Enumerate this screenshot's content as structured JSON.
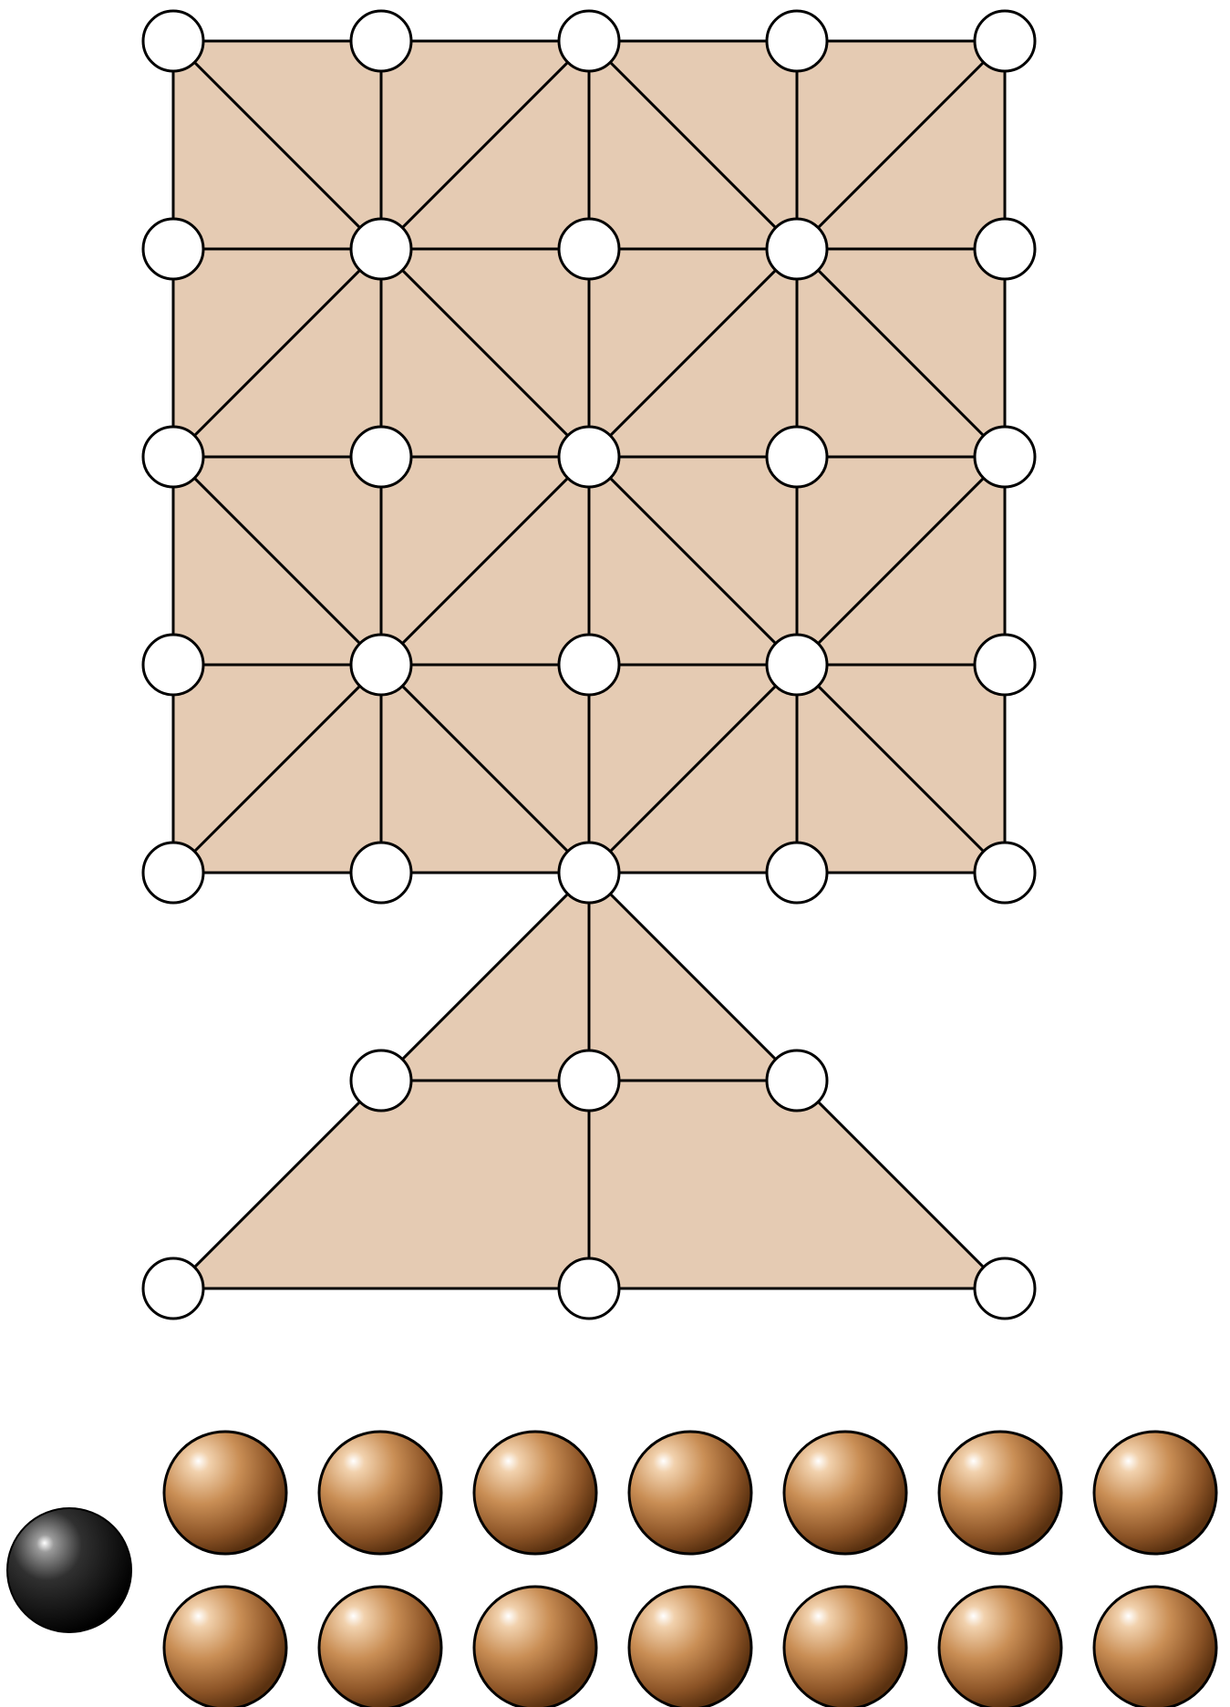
{
  "game": {
    "board": {
      "colors": {
        "fill": "#e5cbb3",
        "line": "#000000",
        "point_fill": "#ffffff",
        "point_stroke": "#000000"
      },
      "grid_rows": 5,
      "grid_cols": 5,
      "extension_points": [
        "row-6-col-2",
        "row-6-col-3",
        "row-6-col-4",
        "row-7-col-1",
        "row-7-col-3",
        "row-7-col-5"
      ],
      "occupied_points": []
    },
    "pieces": {
      "black": {
        "count": 1,
        "color": "#000000",
        "icon": "black-ball-icon"
      },
      "brown": {
        "count": 14,
        "rows": 2,
        "per_row": 7,
        "color": "#a0632c",
        "icon": "brown-ball-icon"
      }
    }
  }
}
